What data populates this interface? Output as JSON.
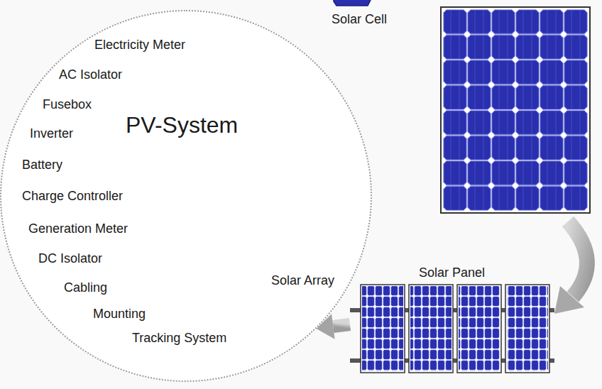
{
  "diagram": {
    "nodes": [
      {
        "text": [
          "Electricity Meter",
          "AC Isolator",
          "Fusebox",
          "Inverter",
          "PV-System",
          "Battery",
          "Charge Controller",
          "Generation Meter",
          "DC Isolator",
          "Cabling",
          "Mounting",
          "Solar Array",
          "Tracking System"
        ]
      },
      {
        "text": [
          "Solar Panel"
        ]
      }
    ],
    "edges": [
      {
        "from": 1,
        "to": 0,
        "arrow": "to"
      }
    ],
    "labels": [
      "Solar Cell"
    ]
  }
}
